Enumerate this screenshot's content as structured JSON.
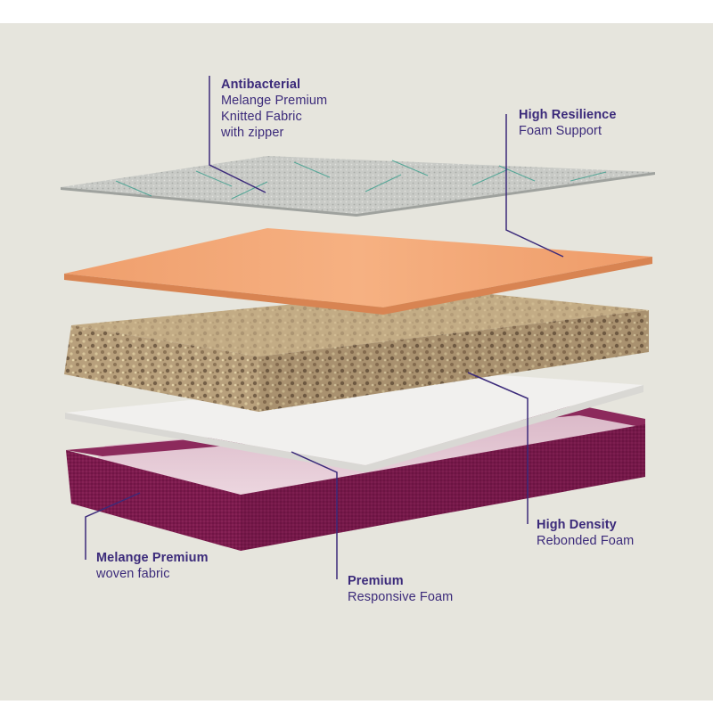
{
  "accent_color": "#3b2a7a",
  "background_color": "#e6e5dd",
  "callouts": {
    "antibacterial": {
      "title": "Antibacterial",
      "lines": [
        "Melange Premium",
        "Knitted Fabric",
        "with zipper"
      ]
    },
    "resilience": {
      "title": "High Resilience",
      "lines": [
        "Foam Support"
      ]
    },
    "high_density": {
      "title": "High Density",
      "lines": [
        "Rebonded Foam"
      ]
    },
    "premium": {
      "title": "Premium",
      "lines": [
        "Responsive Foam"
      ]
    },
    "melange_woven": {
      "title": "Melange Premium",
      "lines": [
        "woven fabric"
      ]
    }
  },
  "layers": [
    {
      "name": "knitted-fabric-cover",
      "color": "#c9cbc7"
    },
    {
      "name": "high-resilience-foam",
      "color": "#f0a373"
    },
    {
      "name": "rebonded-foam",
      "color": "#b39a78"
    },
    {
      "name": "responsive-foam",
      "color": "#f1f0ee"
    },
    {
      "name": "woven-fabric-base",
      "color": "#7d1a4e"
    }
  ]
}
